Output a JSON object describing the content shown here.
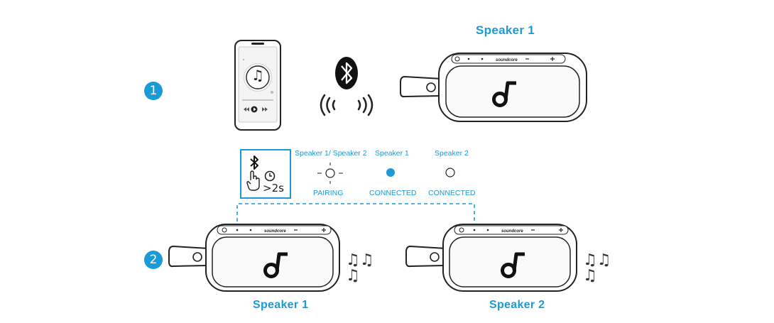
{
  "step1": {
    "number": "1",
    "speaker_title": "Speaker 1"
  },
  "step2": {
    "number": "2",
    "press_duration": ">2s",
    "led_states": [
      {
        "header": "Speaker 1/ Speaker 2",
        "status": "PAIRING",
        "indicator": "blinking-white-led"
      },
      {
        "header": "Speaker 1",
        "status": "CONNECTED",
        "indicator": "solid-blue-led"
      },
      {
        "header": "Speaker 2",
        "status": "CONNECTED",
        "indicator": "solid-white-led"
      }
    ],
    "speaker_1_label": "Speaker 1",
    "speaker_2_label": "Speaker 2"
  },
  "speaker_brand_text": "soundcore",
  "colors": {
    "accent": "#1a9ad6",
    "line": "#222222"
  },
  "icons": [
    "music-note-icon",
    "bluetooth-icon",
    "signal-waves-icon",
    "hand-press-icon",
    "clock-icon",
    "speaker-logo-icon"
  ]
}
